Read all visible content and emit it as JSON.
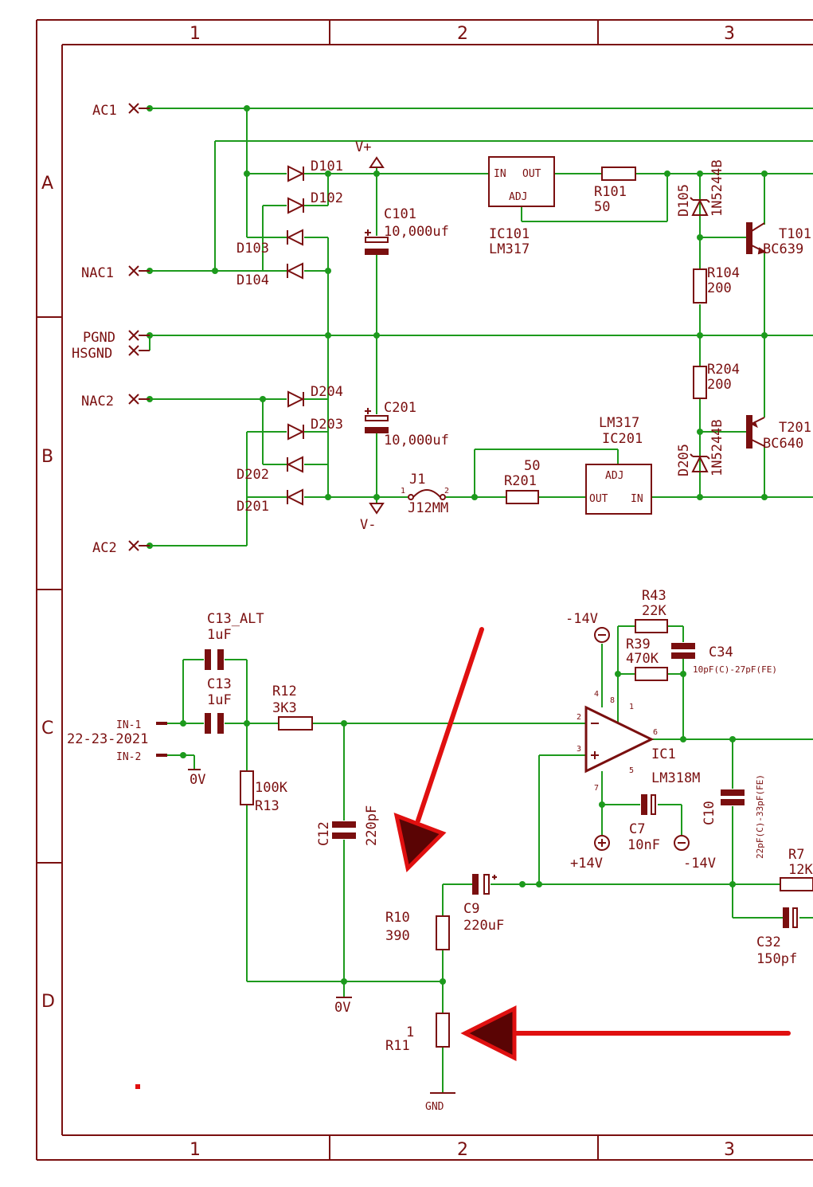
{
  "frame": {
    "columns": [
      "1",
      "2",
      "3"
    ],
    "rows": [
      "A",
      "B",
      "C",
      "D"
    ]
  },
  "ports": {
    "ac1": "AC1",
    "nac1": "NAC1",
    "pgnd": "PGND",
    "hsgnd": "HSGND",
    "nac2": "NAC2",
    "ac2": "AC2",
    "in1": "IN-1",
    "in2": "IN-2",
    "date": "22-23-2021"
  },
  "power_supply": {
    "d101": "D101",
    "d102": "D102",
    "d103": "D103",
    "d104": "D104",
    "d201": "D201",
    "d202": "D202",
    "d203": "D203",
    "d204": "D204",
    "vplus": "V+",
    "vminus": "V-",
    "c101_name": "C101",
    "c101_value": "10,000uf",
    "c201_name": "C201",
    "c201_value": "10,000uf",
    "ic101_in": "IN",
    "ic101_out": "OUT",
    "ic101_adj": "ADJ",
    "ic101_name": "IC101",
    "ic101_type": "LM317",
    "r101_name": "R101",
    "r101_value": "50",
    "d105": "D105",
    "d105_type": "1N5244B",
    "d205": "D205",
    "d205_type": "1N5244B",
    "r104_name": "R104",
    "r104_value": "200",
    "r204_name": "R204",
    "r204_value": "200",
    "t101": "T101",
    "t101_type": "BC639",
    "t201": "T201",
    "t201_type": "BC640",
    "j1_name": "J1",
    "j1_type": "J12MM",
    "j1_pin1": "1",
    "j1_pin2": "2",
    "r201_value": "50",
    "r201_name": "R201",
    "ic201_type": "LM317",
    "ic201_name": "IC201",
    "ic201_adj": "ADJ",
    "ic201_out": "OUT",
    "ic201_in": "IN"
  },
  "amplifier": {
    "c13alt_name": "C13_ALT",
    "c13alt_value": "1uF",
    "c13_name": "C13",
    "c13_value": "1uF",
    "r12_name": "R12",
    "r12_value": "3K3",
    "r13_value": "100K",
    "r13_name": "R13",
    "c12_name": "C12",
    "c12_value": "220pF",
    "gnd_0v": "0V",
    "neg14v": "-14V",
    "pos14v": "+14V",
    "r43_name": "R43",
    "r43_value": "22K",
    "r39_name": "R39",
    "r39_value": "470K",
    "c34_name": "C34",
    "c34_value": "10pF(C)-27pF(FE)",
    "ic1_name": "IC1",
    "ic1_type": "LM318M",
    "pin2": "2",
    "pin3": "3",
    "pin4": "4",
    "pin5": "5",
    "pin6": "6",
    "pin7": "7",
    "pin8": "8",
    "pin1": "1",
    "c7_name": "C7",
    "c7_value": "10nF",
    "c10_name": "C10",
    "c10_value": "22pF(C)-33pF(FE)",
    "c9_name": "C9",
    "c9_value": "220uF",
    "r10_name": "R10",
    "r10_value": "390",
    "r7_name": "R7",
    "r7_value": "12K",
    "c32_name": "C32",
    "c32_value": "150pf",
    "r11_value": "1",
    "r11_name": "R11",
    "gnd": "GND"
  },
  "colors": {
    "wire": "#1d9a1d",
    "part": "#7a0f0f",
    "annotation": "#e01010"
  }
}
